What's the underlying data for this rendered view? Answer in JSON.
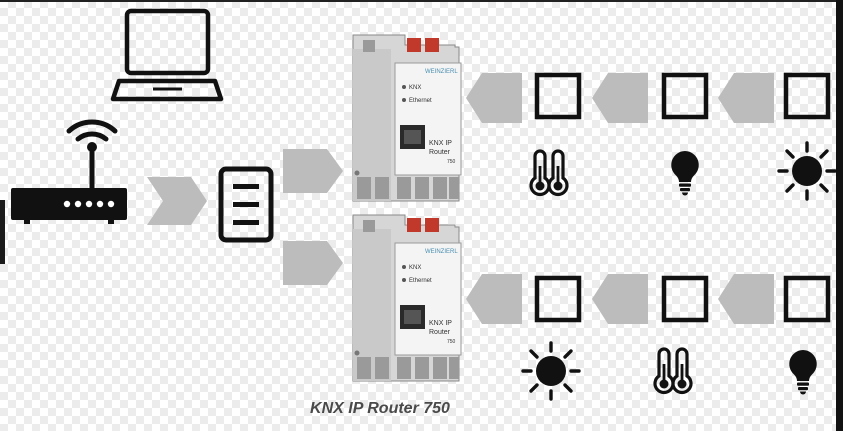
{
  "caption": "KNX IP Router 750",
  "router_device": {
    "brand": "WEINZIERL",
    "led_knx": "KNX",
    "led_ethernet": "Ethernet",
    "model_line1": "KNX IP",
    "model_line2": "Router",
    "model_number": "750"
  },
  "icons": {
    "laptop": "laptop-icon",
    "wifi_router": "wifi-router-icon",
    "server": "server-icon",
    "switch": "switch-icon",
    "thermometer": "thermometer-icon",
    "lightbulb": "lightbulb-icon",
    "sun": "sun-icon"
  },
  "colors": {
    "arrow": "#bcbcbc",
    "icon": "#111111",
    "device_body": "#dcdcdc",
    "terminal_red": "#c0392b"
  }
}
